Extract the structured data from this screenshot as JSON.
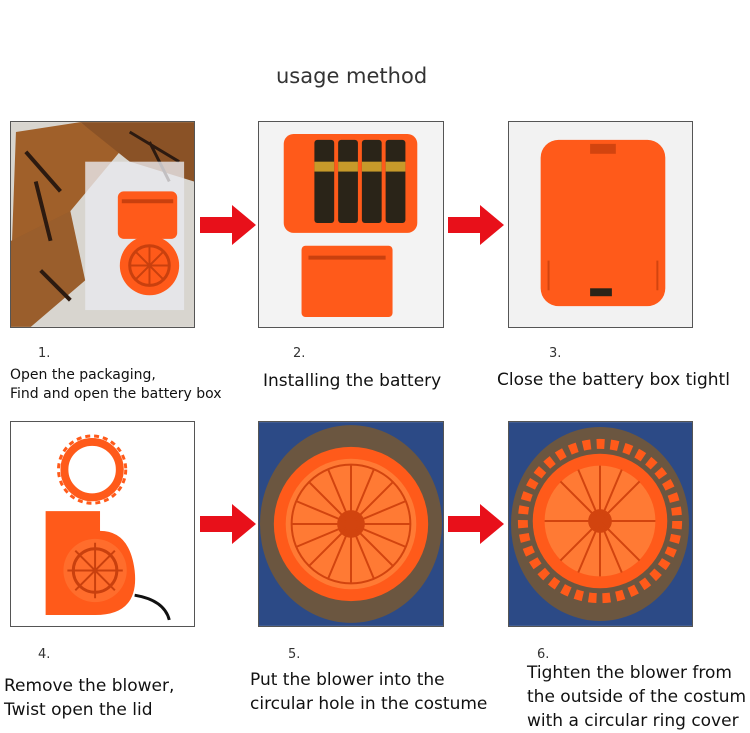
{
  "title": "usage method",
  "steps": [
    {
      "num": "1.",
      "lines": [
        "Open the packaging,",
        "Find and open the battery box"
      ]
    },
    {
      "num": "2.",
      "lines": [
        "Installing the battery"
      ]
    },
    {
      "num": "3.",
      "lines": [
        "Close the battery box tightl"
      ]
    },
    {
      "num": "4.",
      "lines": [
        "Remove the blower,",
        "Twist open the lid"
      ]
    },
    {
      "num": "5.",
      "lines": [
        "Put the blower into the",
        "circular hole in the costume"
      ]
    },
    {
      "num": "6.",
      "lines": [
        "Tighten the blower from",
        "the outside of the costum",
        "with a circular ring cover"
      ]
    }
  ],
  "colors": {
    "accent": "#ff5a1a",
    "arrow": "#e8101a",
    "cork": "#6b5640",
    "battery": "#2a2418"
  }
}
